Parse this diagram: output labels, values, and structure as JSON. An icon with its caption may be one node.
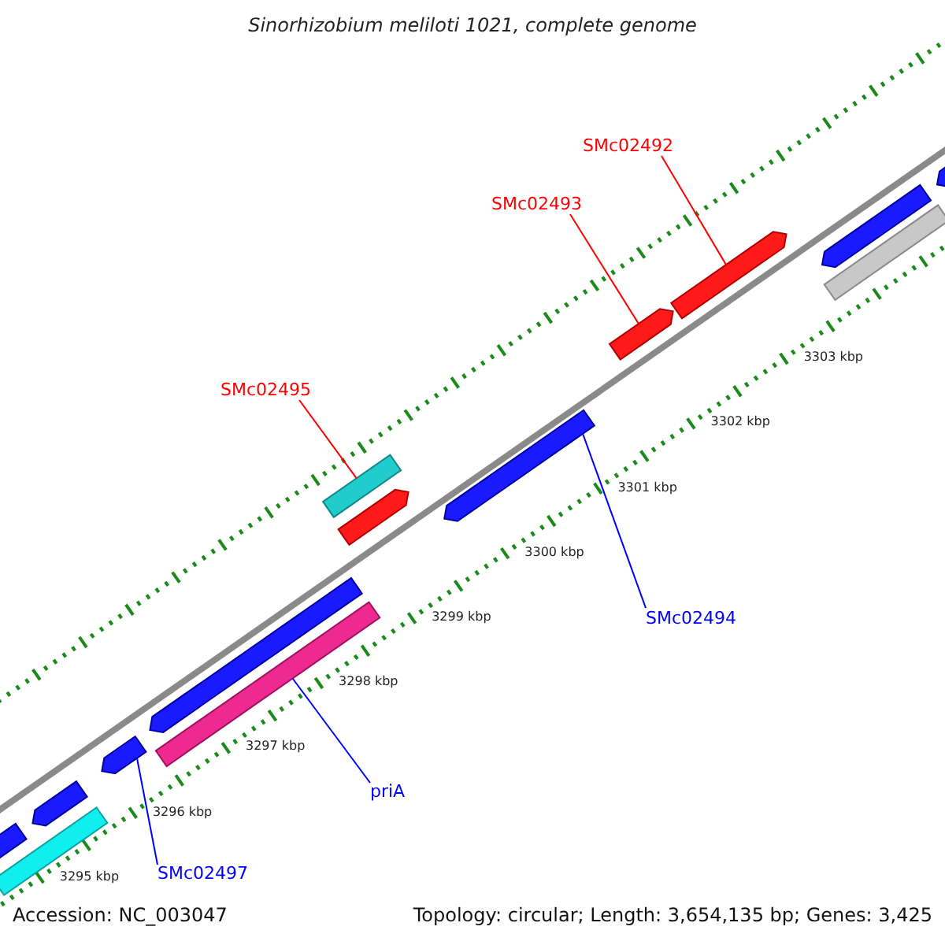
{
  "diagram": {
    "title": "Sinorhizobium meliloti 1021, complete genome",
    "nodes": [
      {
        "text": [
          "SMc02492"
        ]
      },
      {
        "text": [
          "SMc02493"
        ]
      },
      {
        "text": [
          "SMc02495"
        ]
      },
      {
        "text": [
          "SMc02494"
        ]
      },
      {
        "text": [
          "priA"
        ]
      },
      {
        "text": [
          "SMc02497"
        ]
      },
      {
        "text": [],
        "shape": "arrow"
      },
      {
        "text": [],
        "shape": "arrow"
      },
      {
        "text": [],
        "shape": "arrow"
      },
      {
        "text": [],
        "shape": "arrow"
      },
      {
        "text": [],
        "shape": "bar"
      },
      {
        "text": [],
        "shape": "bar"
      },
      {
        "text": [],
        "shape": "arrow"
      },
      {
        "text": [],
        "shape": "arrow"
      },
      {
        "text": [],
        "shape": "arrow"
      },
      {
        "text": [],
        "shape": "bar"
      },
      {
        "text": [],
        "shape": "arrow"
      },
      {
        "text": [],
        "shape": "arrow"
      },
      {
        "text": [],
        "shape": "arrow"
      },
      {
        "text": [],
        "shape": "bar"
      }
    ],
    "edges": [
      {
        "from": 0,
        "to": 6,
        "arrow": "none",
        "color": "#ff0000"
      },
      {
        "from": 1,
        "to": 7,
        "arrow": "none",
        "color": "#ff0000"
      },
      {
        "from": 2,
        "to": 11,
        "arrow": "none",
        "color": "#ff0000"
      },
      {
        "from": 3,
        "to": 13,
        "arrow": "none",
        "color": "#0000ff"
      },
      {
        "from": 4,
        "to": 15,
        "arrow": "none",
        "color": "#0000ff"
      },
      {
        "from": 5,
        "to": 16,
        "arrow": "none",
        "color": "#0000ff"
      }
    ],
    "labels": [
      "3303 kbp",
      "3302 kbp",
      "3301 kbp",
      "3300 kbp",
      "3299 kbp",
      "3298 kbp",
      "3297 kbp",
      "3296 kbp",
      "3295 kbp",
      "Accession: NC_003047",
      "Topology: circular; Length: 3,654,135 bp; Genes: 3,425"
    ]
  }
}
